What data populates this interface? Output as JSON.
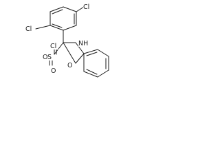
{
  "atoms": {
    "cl_left": "Cl",
    "cl_right": "Cl",
    "nh": "NH",
    "cl_sulfonyl": "Cl",
    "s": "S",
    "o_top": "O",
    "o_bottom": "O",
    "o_ring": "O"
  },
  "colors": {
    "bond": "#1a1a1a",
    "background": "#ffffff"
  }
}
